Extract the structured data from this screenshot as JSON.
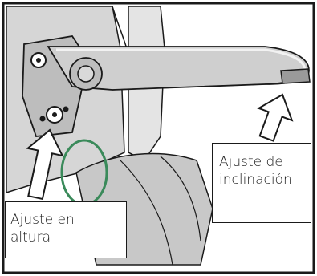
{
  "labels": {
    "tilt_line1": "Ajuste de",
    "tilt_line2": "inclinación",
    "height_line1": "Ajuste en",
    "height_line2": "altura"
  },
  "colors": {
    "frame": "#1a1a1a",
    "light_gray": "#d9d9d9",
    "mid_gray": "#b8b8b8",
    "dark_gray": "#8c8c8c",
    "green_ring": "#3a8a5a"
  },
  "icons": {
    "armrest": "armrest-illustration",
    "arrow_tilt": "up-arrow-icon",
    "arrow_height": "up-arrow-icon"
  }
}
